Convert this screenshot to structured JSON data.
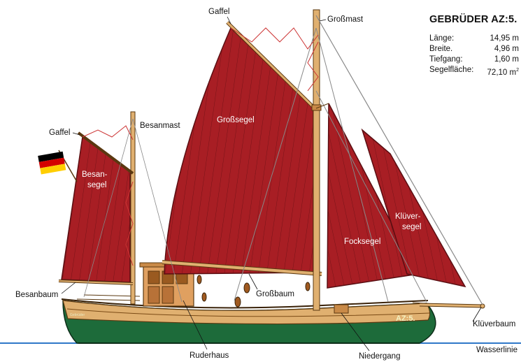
{
  "diagram": {
    "labels": {
      "gaffel_main": "Gaffel",
      "grossmast": "Großmast",
      "gaffel_mizzen": "Gaffel",
      "besanmast": "Besanmast",
      "grosssegel": "Großsegel",
      "besansegel_1": "Besan-",
      "besansegel_2": "segel",
      "focksegel": "Focksegel",
      "kluever_1": "Klüver-",
      "kluever_2": "segel",
      "besanbaum": "Besanbaum",
      "grossbaum": "Großbaum",
      "klueverbaum": "Klüverbaum",
      "ruderhaus": "Ruderhaus",
      "niedergang": "Niedergang",
      "wasserlinie": "Wasserlinie"
    },
    "hull_name_bow": "AZ:5.",
    "hull_name_stern": "Gebrüder",
    "colors": {
      "sail": "#a81e24",
      "hull_green": "#1d6b3a",
      "wood": "#e0b070",
      "water": "#2f78c8",
      "rigging": "#cc3333"
    }
  },
  "specs": {
    "title": "GEBRÜDER AZ:5.",
    "rows": [
      {
        "label": "Länge:",
        "value": "14,95 m"
      },
      {
        "label": "Breite.",
        "value": "4,96 m"
      },
      {
        "label": "Tiefgang:",
        "value": "1,60 m"
      },
      {
        "label": "Segelfläche:",
        "value": "72,10 m",
        "sup": "2"
      }
    ]
  }
}
